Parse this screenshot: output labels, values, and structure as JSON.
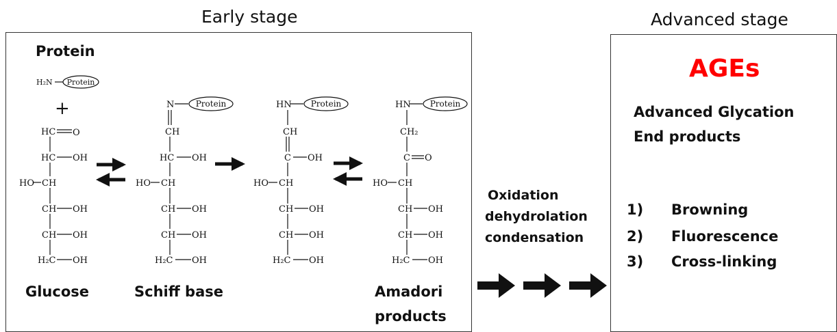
{
  "early_stage": {
    "title": "Early stage",
    "protein_label": "Protein",
    "plus": "+",
    "compound_labels": {
      "glucose": "Glucose",
      "schiff": "Schiff base",
      "amadori_line1": "Amadori",
      "amadori_line2": "products"
    },
    "structures": {
      "glucose": {
        "amine": "H₂N",
        "tag": "Protein",
        "c1": "HC",
        "c1_sub": "O",
        "c2": "HC",
        "c3": "CH",
        "c3_sub": "HO",
        "c4": "CH",
        "c5": "CH",
        "c6": "H₂C",
        "oh": "OH"
      },
      "schiff": {
        "n": "N",
        "tag": "Protein",
        "c1": "CH",
        "c2": "HC",
        "c3": "CH",
        "c3_sub": "HO",
        "c4": "CH",
        "c5": "CH",
        "c6": "H₂C",
        "oh": "OH"
      },
      "enol": {
        "hn": "HN",
        "tag": "Protein",
        "c1": "CH",
        "c2": "C",
        "c3": "CH",
        "c3_sub": "HO",
        "c4": "CH",
        "c5": "CH",
        "c6": "H₂C",
        "oh": "OH"
      },
      "amadori": {
        "hn": "HN",
        "tag": "Protein",
        "c1": "CH₂",
        "c2": "C",
        "c2_sub": "O",
        "c3": "CH",
        "c3_sub": "HO",
        "c4": "CH",
        "c5": "CH",
        "c6": "H₂C",
        "oh": "OH"
      }
    }
  },
  "transition": {
    "lines": [
      "Oxidation",
      "dehydrolation",
      "condensation"
    ]
  },
  "advanced_stage": {
    "title": "Advanced stage",
    "ages": "AGEs",
    "full_name_line1": "Advanced Glycation",
    "full_name_line2": "End products",
    "properties": [
      {
        "num": "1)",
        "text": "Browning"
      },
      {
        "num": "2)",
        "text": "Fluorescence"
      },
      {
        "num": "3)",
        "text": "Cross-linking"
      }
    ]
  },
  "colors": {
    "ages": "#ff0000",
    "border": "#333333",
    "text": "#111111"
  }
}
